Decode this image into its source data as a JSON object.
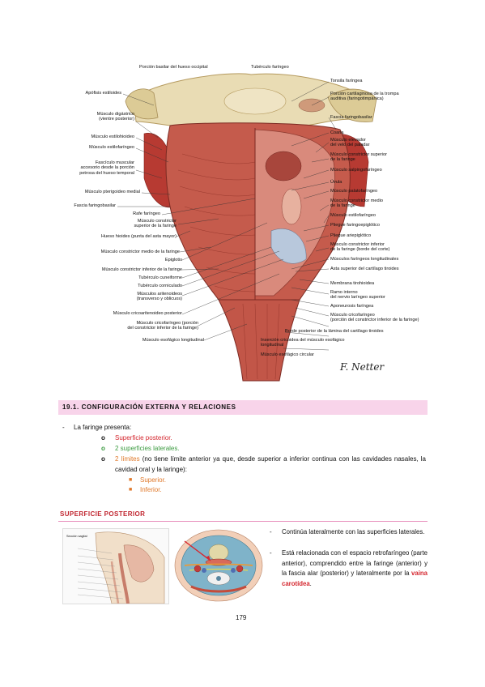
{
  "figure": {
    "labels_top": [
      "Porción basilar del hueso occipital",
      "Tubérculo faríngeo"
    ],
    "labels_left": [
      "Apófisis estiloides",
      "Músculo digástrico\n(vientre posterior)",
      "Músculo estilohioideo",
      "Músculo estilofaríngeo",
      "Fascículo muscular\naccesorio desde la porción\npetrosa del hueso temporal",
      "Músculo pterigoideo medial",
      "Fascia faringobasilar",
      "Rafe faríngeo",
      "Músculo constrictor\nsuperior de la faringe",
      "Hueso hioides (punta del asta mayor)",
      "Músculo constrictor medio de la faringe",
      "Epiglotis",
      "Músculo constrictor inferior de la faringe",
      "Tubérculo cuneiforme",
      "Tubérculo corniculado",
      "Músculos aritenoideos\n(transverso y oblicuos)",
      "Músculo cricoaritenoideo posterior",
      "Músculo cricofaríngeo (porción\ndel constrictor inferior de la faringe)",
      "Músculo esofágico longitudinal"
    ],
    "labels_right": [
      "Tonsila faríngea",
      "Porción cartilaginosa de la trompa\nauditiva (faringotimpánica)",
      "Fascia faringobasilar",
      "Coana",
      "Músculo elevador\ndel velo del paladar",
      "Músculo constrictor superior\nde la faringe",
      "Músculo salpingofaríngeo",
      "Úvula",
      "Músculo palatofaríngeo",
      "Músculo constrictor medio\nde la faringe",
      "Músculo estilofaríngeo",
      "Pliegue faringoepiglótico",
      "Pliegue ariepiglótico",
      "Músculo constrictor inferior\nde la faringe (borde del corte)",
      "Músculos faríngeos longitudinales",
      "Asta superior del cartílago tiroides",
      "Membrana tirohioidea",
      "Ramo interno\ndel nervio laríngeo superior",
      "Aponeurosis faríngea",
      "Músculo cricofaríngeo\n(porción del constrictor inferior de la faringe)",
      "Borde posterior de la lámina del cartílago tiroides",
      "Inserción cricoidea del músculo esofágico\nlongitudinal",
      "Músculo esofágico circular"
    ],
    "signature": "F. Netter"
  },
  "section": {
    "title": "19.1. CONFIGURACIÓN EXTERNA Y RELACIONES",
    "intro": "La faringe presenta:",
    "item1": "Superficie posterior.",
    "item2": "2 superficies laterales.",
    "item3_colored": "2 límites",
    "item3_rest": " (no tiene límite anterior ya que, desde superior a inferior continua con las cavidades nasales, la cavidad oral y la laringe):",
    "sub1": "Superior.",
    "sub2": "Inferior."
  },
  "subsection": {
    "title": "SUPERFICIE POSTERIOR",
    "bullet1": "Continúa lateralmente con las superficies laterales.",
    "bullet2_text": "Está relacionada con el espacio retrofaríngeo (parte anterior), comprendido entre la faringe (anterior) y la fascia alar (posterior) y lateralmente por la ",
    "bullet2_red": "vaina carotídea",
    "bullet2_end": ".",
    "sagittal_caption": "Sección sagital"
  },
  "page_number": "179",
  "colors": {
    "header_band": "#f8d4ea",
    "subheader_rule": "#e890bd",
    "red": "#d4262e",
    "green": "#3a9a3f",
    "orange": "#e0782a"
  }
}
